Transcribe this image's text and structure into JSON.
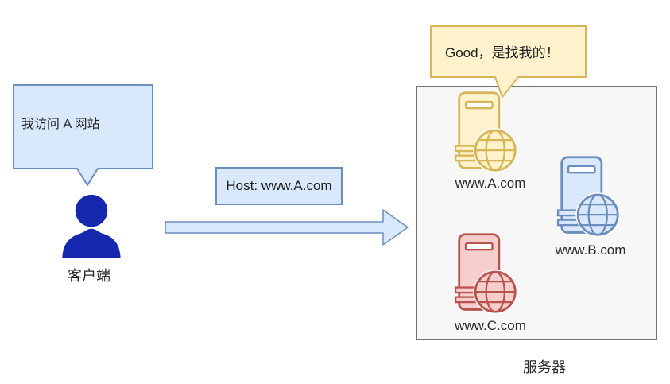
{
  "client": {
    "bubble_text": "我访问 A 网站",
    "label": "客户端"
  },
  "request": {
    "host_label": "Host: www.A.com"
  },
  "server_group": {
    "label": "服务器",
    "response_bubble_text": "Good，是找我的！",
    "servers": [
      {
        "label": "www.A.com",
        "fill": "#fff2cc",
        "stroke": "#d6b656"
      },
      {
        "label": "www.B.com",
        "fill": "#dae8fc",
        "stroke": "#6c8ebf"
      },
      {
        "label": "www.C.com",
        "fill": "#f8cecc",
        "stroke": "#b85450"
      }
    ]
  },
  "colors": {
    "client_bubble_fill": "#dae8fc",
    "client_bubble_stroke": "#6c8ebf",
    "response_bubble_fill": "#fff2cc",
    "response_bubble_stroke": "#d6b656",
    "person_fill": "#1528ad",
    "arrow_fill": "#dae8fc",
    "arrow_stroke": "#6c8ebf",
    "host_box_fill": "#dae8fc",
    "host_box_stroke": "#6c8ebf",
    "group_box_fill": "#f7f7f7",
    "group_box_stroke": "#737373"
  }
}
